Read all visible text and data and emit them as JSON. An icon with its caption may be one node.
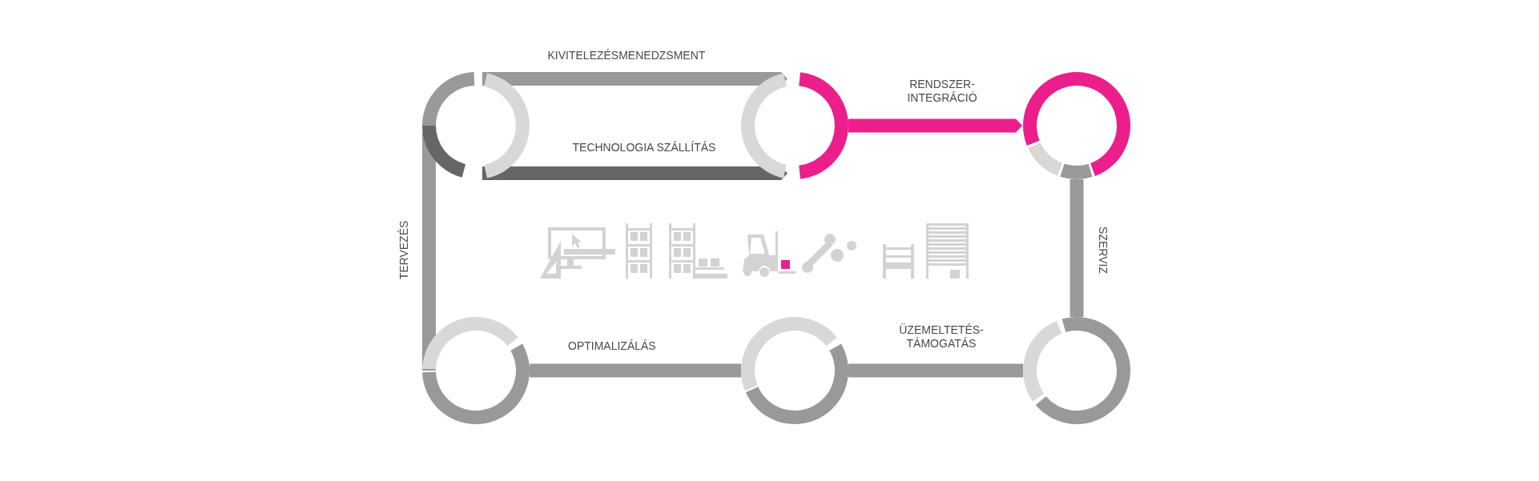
{
  "diagram": {
    "nodes": [
      {
        "text": [],
        "shape": "circle"
      },
      {
        "text": [],
        "shape": "circle"
      },
      {
        "text": [],
        "shape": "circle"
      },
      {
        "text": [],
        "shape": "circle"
      },
      {
        "text": [],
        "shape": "circle"
      },
      {
        "text": [],
        "shape": "circle"
      }
    ],
    "edges": [
      {
        "from": 0,
        "to": 1,
        "arrow": "to",
        "label": "KIVITELEZÉSMENEDZSMENT"
      },
      {
        "from": 0,
        "to": 1,
        "arrow": "to",
        "label": "TECHNOLOGIA SZÁLLÍTÁS",
        "color": "#666666"
      },
      {
        "from": 1,
        "to": 2,
        "arrow": "to",
        "label": "RENDSZER- INTEGRÁCIÓ",
        "color": "#ec1e8c"
      },
      {
        "from": 2,
        "to": 5,
        "arrow": "none",
        "label": "SZERVIZ"
      },
      {
        "from": 5,
        "to": 4,
        "arrow": "none",
        "label": "ÜZEMELTETÉS- TÁMOGATÁS"
      },
      {
        "from": 4,
        "to": 3,
        "arrow": "none",
        "label": "OPTIMALIZÁLÁS"
      },
      {
        "from": 3,
        "to": 0,
        "arrow": "to",
        "label": "TERVEZÉS"
      }
    ]
  }
}
